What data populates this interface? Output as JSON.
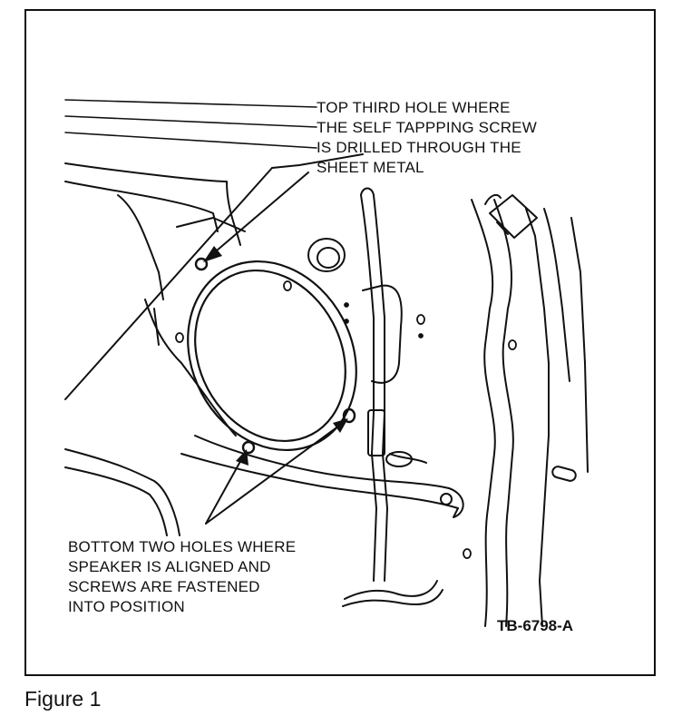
{
  "figure": {
    "caption": "Figure 1",
    "code": "TB-6798-A"
  },
  "callouts": {
    "top": [
      "TOP THIRD HOLE WHERE",
      "THE SELF TAPPPING SCREW",
      "IS DRILLED THROUGH THE",
      "SHEET METAL"
    ],
    "bottom": [
      "BOTTOM TWO HOLES WHERE",
      "SPEAKER IS ALIGNED AND",
      "SCREWS ARE FASTENED",
      "INTO POSITION"
    ]
  },
  "icons": {
    "speaker_opening": "oval-speaker-opening-icon",
    "wire_harness": "wire-harness-icon",
    "connector": "connector-icon"
  }
}
